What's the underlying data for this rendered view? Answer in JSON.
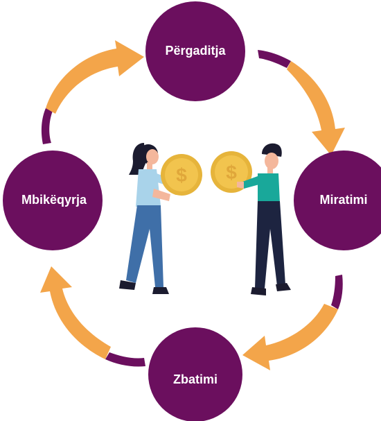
{
  "diagram": {
    "stages": [
      {
        "label": "Përgaditja"
      },
      {
        "label": "Miratimi"
      },
      {
        "label": "Zbatimi"
      },
      {
        "label": "Mbikëqyrja"
      }
    ]
  },
  "colors": {
    "node": "#6b0f5e",
    "arrow": "#f3a54a",
    "arrow_tail": "#6b0f5e",
    "coin": "#f2c44e",
    "woman_top": "#a9d3ea",
    "woman_pants": "#3f6fa8",
    "man_shirt": "#19a89a",
    "man_pants": "#1d2440",
    "hair": "#1b1b2f",
    "skin": "#f4b79c"
  },
  "illustration": {
    "description_icon": "two-people-exchanging-coins"
  }
}
